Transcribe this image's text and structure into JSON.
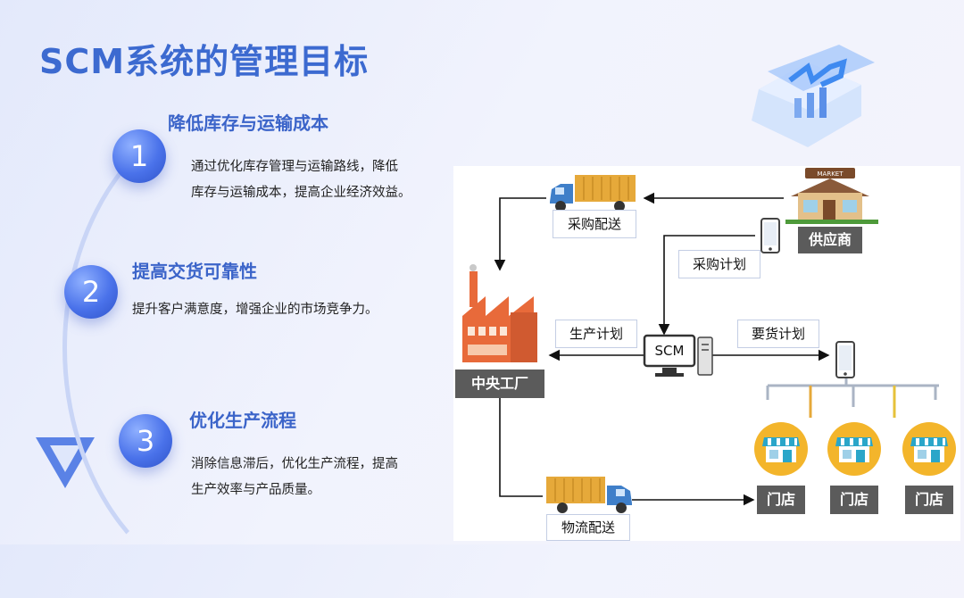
{
  "title": "SCM系统的管理目标",
  "goals": [
    {
      "number": "1",
      "title": "降低库存与运输成本",
      "desc_lines": [
        "通过优化库存管理与运输路线，降低",
        "库存与运输成本，提高企业经济效益。"
      ]
    },
    {
      "number": "2",
      "title": "提高交货可靠性",
      "desc_lines": [
        "提升客户满意度，增强企业的市场竞争力。"
      ]
    },
    {
      "number": "3",
      "title": "优化生产流程",
      "desc_lines": [
        "消除信息滞后，优化生产流程，提高",
        "生产效率与产品质量。"
      ]
    }
  ],
  "diagram": {
    "purchase_delivery": "采购配送",
    "purchase_plan": "采购计划",
    "supplier": "供应商",
    "market_sign": "MARKET",
    "production_plan": "生产计划",
    "demand_plan": "要货计划",
    "scm": "SCM",
    "factory": "中央工厂",
    "logistics_delivery": "物流配送",
    "stores": [
      "门店",
      "门店",
      "门店"
    ]
  },
  "colors": {
    "title": "#3c6ad0",
    "accent": "#4a72ea",
    "truck_cab": "#3f7fc9",
    "container": "#e6a93a",
    "factory": "#e86a3a",
    "store_circle": "#f3b52b"
  }
}
